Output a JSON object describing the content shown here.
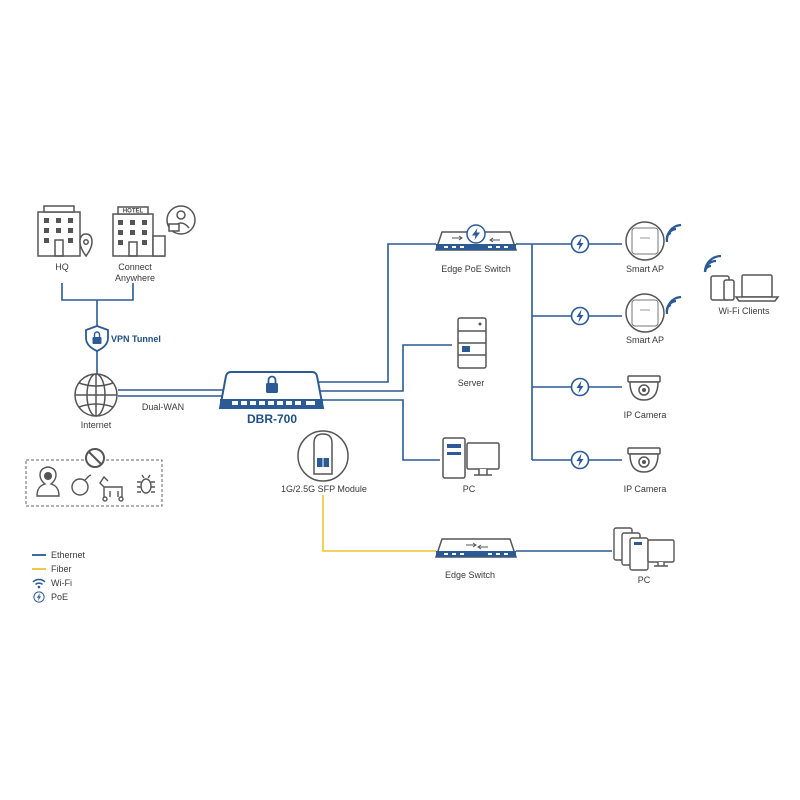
{
  "colors": {
    "ethernet": "#2b5a94",
    "fiber": "#f2c232",
    "icon": "#555555",
    "accent": "#1f4e84"
  },
  "labels": {
    "hq": "HQ",
    "connect_anywhere": "Connect\nAnywhere",
    "vpn_tunnel": "VPN Tunnel",
    "internet": "Internet",
    "dual_wan": "Dual-WAN",
    "router": "DBR-700",
    "sfp_module": "1G/2.5G SFP Module",
    "edge_poe_switch": "Edge PoE Switch",
    "server": "Server",
    "pc_mid": "PC",
    "edge_switch": "Edge Switch",
    "pc_bottom": "PC",
    "smart_ap_1": "Smart AP",
    "smart_ap_2": "Smart AP",
    "ip_camera_1": "IP Camera",
    "ip_camera_2": "IP Camera",
    "wifi_clients": "Wi-Fi Clients",
    "hotel_sign": "HOTEL"
  },
  "legend": [
    {
      "type": "ethernet",
      "label": "Ethernet"
    },
    {
      "type": "fiber",
      "label": "Fiber"
    },
    {
      "type": "wifi",
      "label": "Wi-Fi"
    },
    {
      "type": "poe",
      "label": "PoE"
    }
  ]
}
